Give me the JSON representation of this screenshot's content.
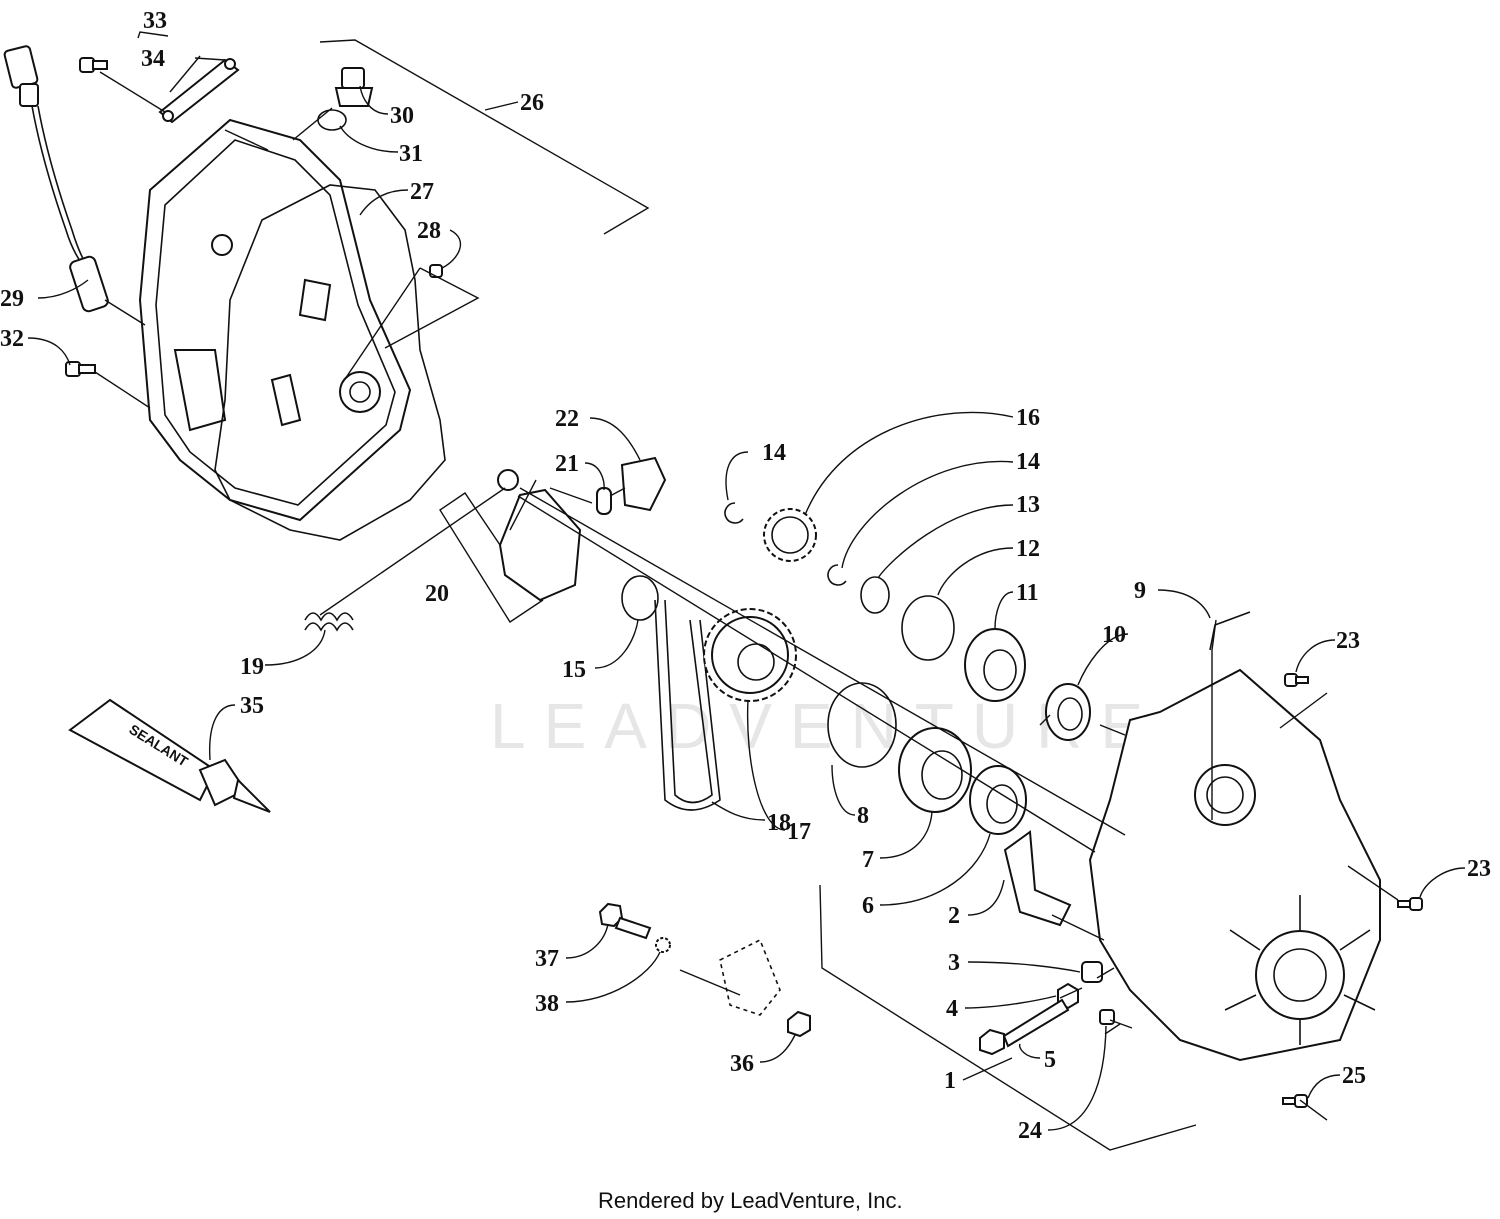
{
  "watermark": "LEADVENTURE",
  "footer": "Rendered by LeadVenture, Inc.",
  "tube_text": "SEALANT",
  "callouts": [
    "33",
    "34",
    "30",
    "31",
    "26",
    "27",
    "28",
    "29",
    "32",
    "22",
    "21",
    "16",
    "14",
    "14",
    "13",
    "12",
    "11",
    "9",
    "10",
    "23",
    "23",
    "20",
    "19",
    "15",
    "17",
    "18",
    "8",
    "7",
    "6",
    "2",
    "3",
    "4",
    "5",
    "1",
    "24",
    "25",
    "35",
    "37",
    "38",
    "36"
  ]
}
